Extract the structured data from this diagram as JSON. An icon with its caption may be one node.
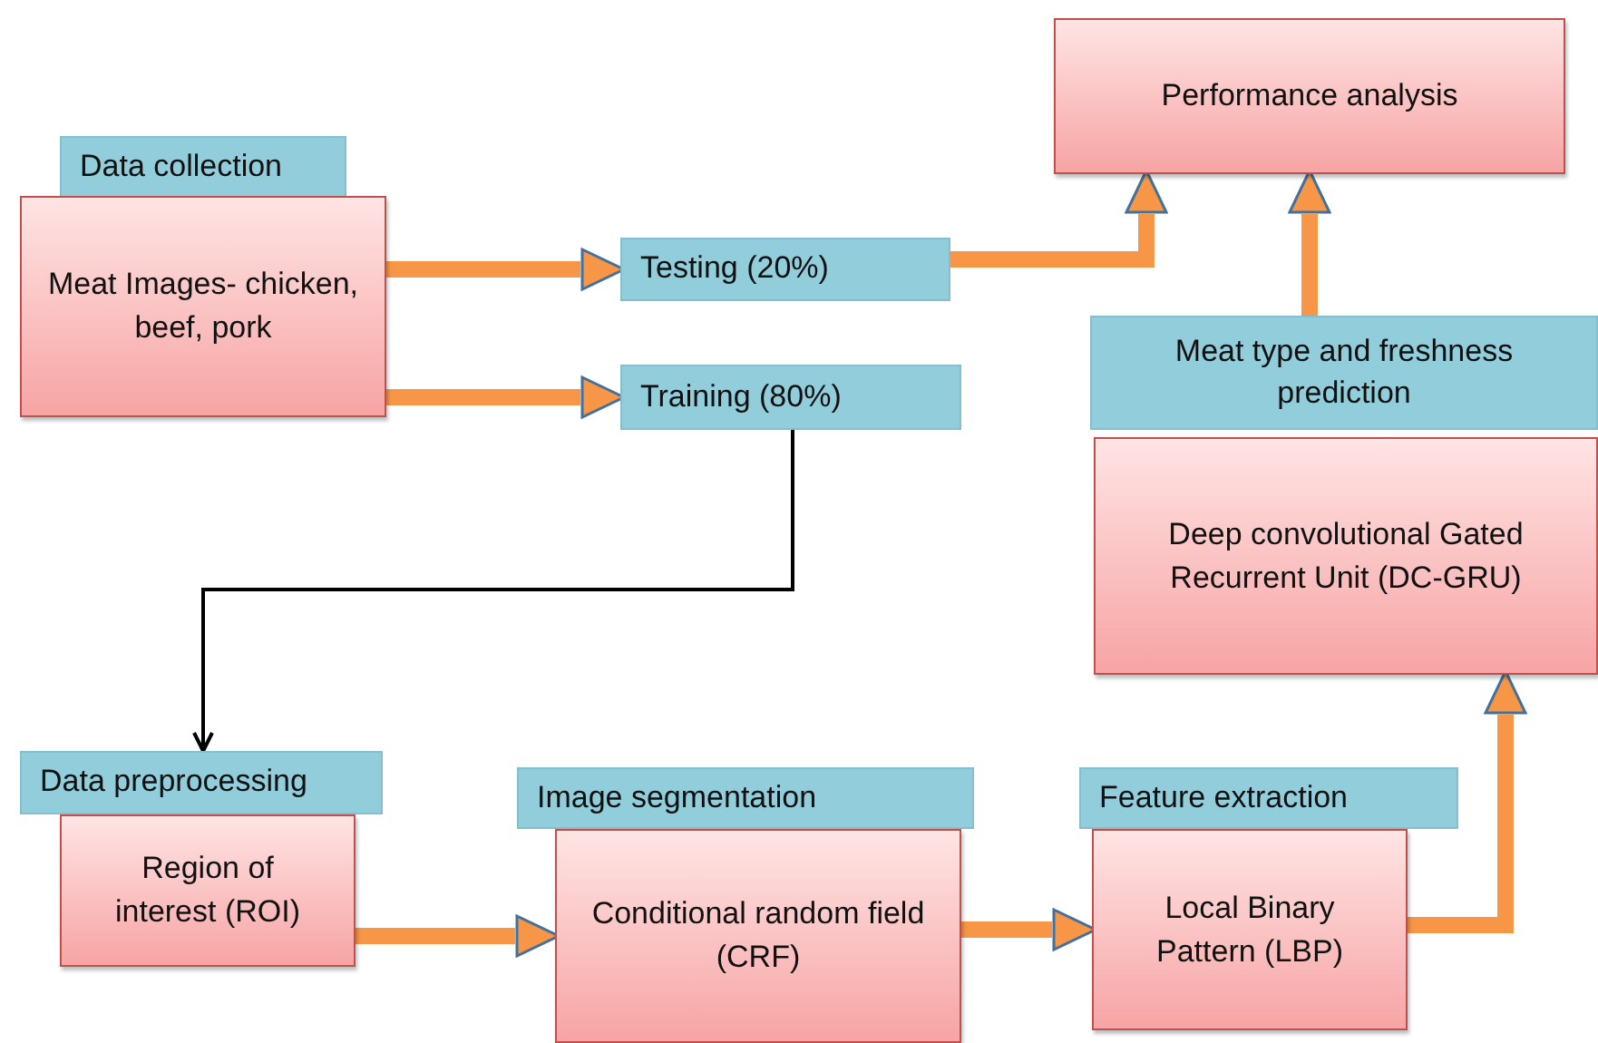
{
  "diagram": {
    "nodes": [
      {
        "text": [
          "Performance analysis"
        ]
      },
      {
        "text": [
          "Data collection"
        ]
      },
      {
        "text": [
          "Meat Images- chicken, beef, pork"
        ]
      },
      {
        "text": [
          "Testing (20%)"
        ]
      },
      {
        "text": [
          "Training (80%)"
        ]
      },
      {
        "text": [
          "Meat type and freshness prediction"
        ]
      },
      {
        "text": [
          "Deep convolutional Gated Recurrent Unit (DC-GRU)"
        ]
      },
      {
        "text": [
          "Data preprocessing"
        ]
      },
      {
        "text": [
          "Region of interest (ROI)"
        ]
      },
      {
        "text": [
          "Image segmentation"
        ]
      },
      {
        "text": [
          "Conditional random field (CRF)"
        ]
      },
      {
        "text": [
          "Feature extraction"
        ]
      },
      {
        "text": [
          "Local Binary Pattern (LBP)"
        ]
      }
    ],
    "edges": [
      {
        "from": 2,
        "to": 3,
        "arrow": "to"
      },
      {
        "from": 2,
        "to": 4,
        "arrow": "to"
      },
      {
        "from": 3,
        "to": 0,
        "arrow": "to"
      },
      {
        "from": 5,
        "to": 0,
        "arrow": "to"
      },
      {
        "from": 4,
        "to": 7,
        "arrow": "to",
        "color": "#000000"
      },
      {
        "from": 8,
        "to": 10,
        "arrow": "to"
      },
      {
        "from": 10,
        "to": 12,
        "arrow": "to"
      },
      {
        "from": 12,
        "to": 6,
        "arrow": "to"
      }
    ]
  }
}
